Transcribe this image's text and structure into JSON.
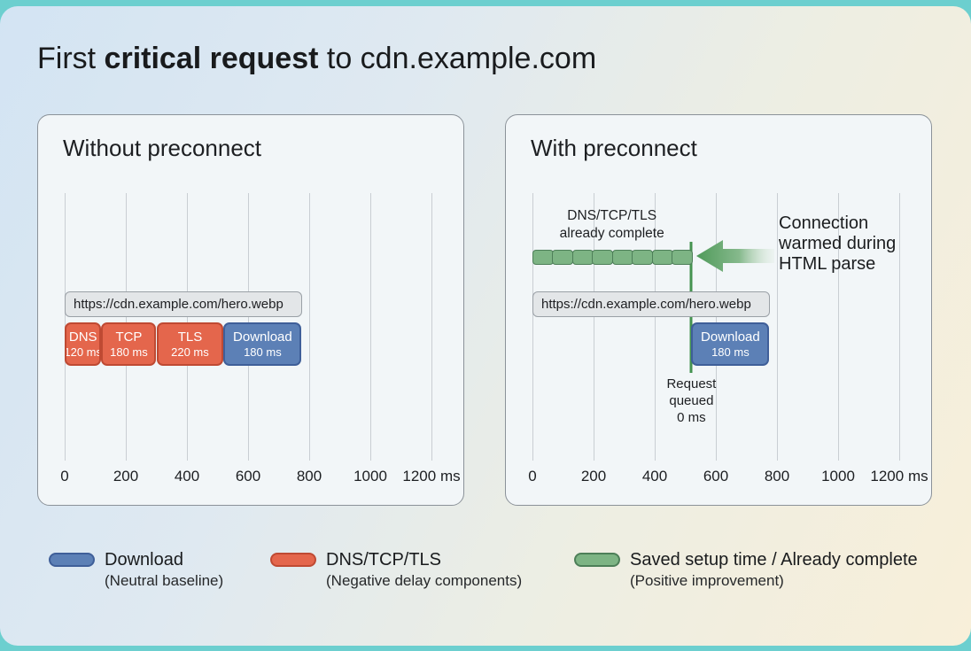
{
  "page": {
    "title_prefix": "First ",
    "title_bold": "critical request",
    "title_suffix": " to cdn.example.com"
  },
  "colors": {
    "setup_fill": "#e4664c",
    "setup_border": "#bf4a33",
    "download_fill": "#5c80b6",
    "download_border": "#3f5f99",
    "saved_fill": "#7db484",
    "saved_border": "#4d7f58",
    "marker_green": "#44934f",
    "frame_teal": "#6ccfcf"
  },
  "axis": {
    "tick_values": [
      0,
      200,
      400,
      600,
      800,
      1000,
      1200
    ],
    "tick_labels": [
      "0",
      "200",
      "400",
      "600",
      "800",
      "1000",
      "1200 ms"
    ],
    "unit": "ms"
  },
  "panels": [
    {
      "title": "Without preconnect",
      "url_label": "https://cdn.example.com/hero.webp",
      "segments": [
        {
          "name": "DNS",
          "duration_label": "120 ms",
          "start_ms": 0,
          "duration_ms": 120,
          "kind": "setup"
        },
        {
          "name": "TCP",
          "duration_label": "180 ms",
          "start_ms": 120,
          "duration_ms": 180,
          "kind": "setup"
        },
        {
          "name": "TLS",
          "duration_label": "220 ms",
          "start_ms": 300,
          "duration_ms": 220,
          "kind": "setup"
        },
        {
          "name": "Download",
          "duration_label": "180 ms",
          "start_ms": 520,
          "duration_ms": 180,
          "kind": "download"
        }
      ]
    },
    {
      "title": "With preconnect",
      "url_label": "https://cdn.example.com/hero.webp",
      "saved_bar": {
        "start_ms": 0,
        "duration_ms": 520
      },
      "segments": [
        {
          "name": "Download",
          "duration_label": "180 ms",
          "start_ms": 520,
          "duration_ms": 180,
          "kind": "download"
        }
      ],
      "notes": {
        "complete": "DNS/TCP/TLS\nalready complete",
        "warmed": "Connection\nwarmed during\nHTML parse",
        "queued": "Request\nqueued\n0 ms"
      }
    }
  ],
  "legend": [
    {
      "label": "Download",
      "sublabel": "(Neutral baseline)",
      "kind": "download"
    },
    {
      "label": "DNS/TCP/TLS",
      "sublabel": "(Negative delay components)",
      "kind": "setup"
    },
    {
      "label": "Saved setup time / Already complete",
      "sublabel": "(Positive improvement)",
      "kind": "saved"
    }
  ],
  "chart_data": [
    {
      "type": "bar",
      "variant": "horizontal-timeline",
      "title": "Without preconnect",
      "xlabel": "ms",
      "xlim": [
        0,
        1250
      ],
      "xticks": [
        0,
        200,
        400,
        600,
        800,
        1000,
        1200
      ],
      "grid": true,
      "row_label": "https://cdn.example.com/hero.webp",
      "series": [
        {
          "name": "DNS",
          "start": 0,
          "end": 120,
          "duration_ms": 120,
          "category": "DNS/TCP/TLS"
        },
        {
          "name": "TCP",
          "start": 120,
          "end": 300,
          "duration_ms": 180,
          "category": "DNS/TCP/TLS"
        },
        {
          "name": "TLS",
          "start": 300,
          "end": 520,
          "duration_ms": 220,
          "category": "DNS/TCP/TLS"
        },
        {
          "name": "Download",
          "start": 520,
          "end": 700,
          "duration_ms": 180,
          "category": "Download"
        }
      ],
      "total_ms": 700
    },
    {
      "type": "bar",
      "variant": "horizontal-timeline",
      "title": "With preconnect",
      "xlabel": "ms",
      "xlim": [
        0,
        1250
      ],
      "xticks": [
        0,
        200,
        400,
        600,
        800,
        1000,
        1200
      ],
      "grid": true,
      "row_label": "https://cdn.example.com/hero.webp",
      "series": [
        {
          "name": "DNS/TCP/TLS already complete",
          "start": 0,
          "end": 520,
          "duration_ms": 520,
          "category": "Saved setup time / Already complete"
        },
        {
          "name": "Request queued",
          "start": 520,
          "end": 520,
          "duration_ms": 0,
          "category": "annotation"
        },
        {
          "name": "Download",
          "start": 520,
          "end": 700,
          "duration_ms": 180,
          "category": "Download"
        }
      ],
      "annotations": [
        "DNS/TCP/TLS already complete",
        "Connection warmed during HTML parse",
        "Request queued 0 ms"
      ],
      "total_ms": 700
    }
  ]
}
